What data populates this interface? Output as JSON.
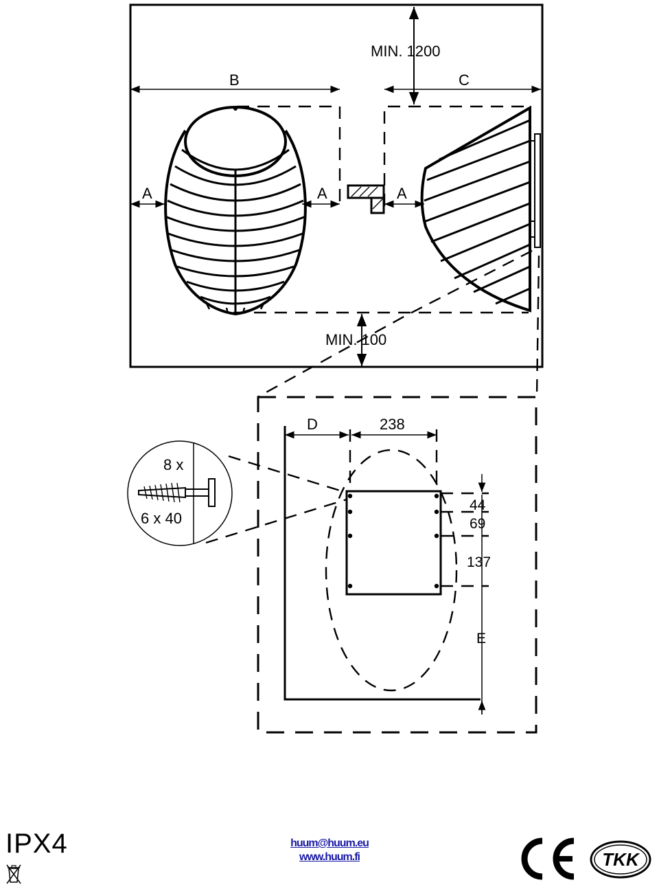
{
  "diagram": {
    "labels": {
      "min_top": "MIN. 1200",
      "min_bottom": "MIN. 100",
      "b": "B",
      "c": "C",
      "a": "A",
      "d": "D",
      "e": "E",
      "w238": "238",
      "d44": "44",
      "d69": "69",
      "d137": "137",
      "screw_count": "8 x",
      "screw_size": "6  x 40"
    }
  },
  "footer": {
    "ip_rating": "IPX4",
    "email": "huum@huum.eu",
    "website": "www.huum.fi",
    "ce_mark": "CE",
    "tkk_logo": "TKK"
  }
}
